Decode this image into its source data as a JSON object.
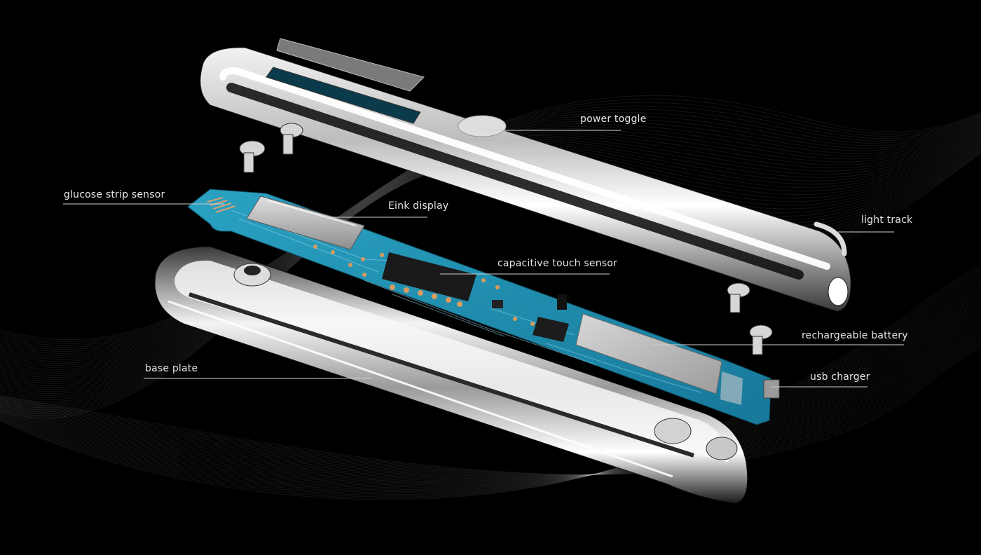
{
  "colors": {
    "background": "#000000",
    "label_text": "#e6e6e6",
    "leader_line": "#d0d0d0",
    "pcb": "#1f8fae",
    "chrome_light": "#f4f4f4",
    "chrome_dark": "#202020"
  },
  "labels": {
    "power_toggle": "power toggle",
    "glucose_strip_sensor": "glucose strip sensor",
    "eink_display": "Eink display",
    "light_track": "light track",
    "capacitive_touch_sensor": "capacitive touch sensor",
    "rechargeable_battery": "rechargeable battery",
    "usb_charger": "usb charger",
    "base_plate": "base plate"
  }
}
